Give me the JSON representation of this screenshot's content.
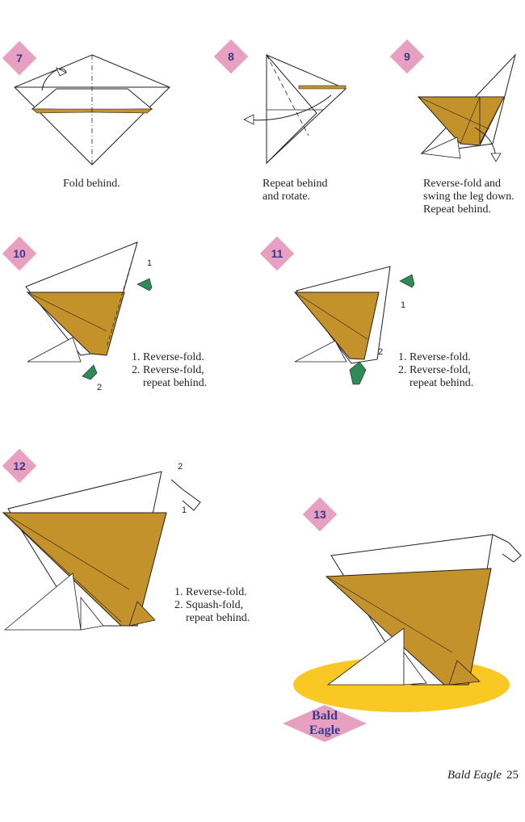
{
  "steps": [
    {
      "number": "7",
      "caption": "Fold behind."
    },
    {
      "number": "8",
      "caption": "Repeat behind\nand rotate."
    },
    {
      "number": "9",
      "caption": "Reverse-fold and\nswing the leg down.\nRepeat behind."
    },
    {
      "number": "10",
      "caption": "1. Reverse-fold.\n2. Reverse-fold,\n    repeat behind.",
      "labels": [
        "1",
        "2"
      ]
    },
    {
      "number": "11",
      "caption": "1. Reverse-fold.\n2. Reverse-fold,\n    repeat behind.",
      "labels": [
        "1",
        "2"
      ]
    },
    {
      "number": "12",
      "caption": "1. Reverse-fold.\n2. Squash-fold,\n    repeat behind.",
      "labels": [
        "2",
        "1"
      ]
    },
    {
      "number": "13",
      "caption": ""
    }
  ],
  "title": "Bald\nEagle",
  "footer": {
    "title": "Bald Eagle",
    "page": "25"
  },
  "colors": {
    "paper_color": "#c4922a",
    "badge": "#e8a0c0",
    "shadow": "#f5c518",
    "arrow_green": "#2e8b57"
  }
}
